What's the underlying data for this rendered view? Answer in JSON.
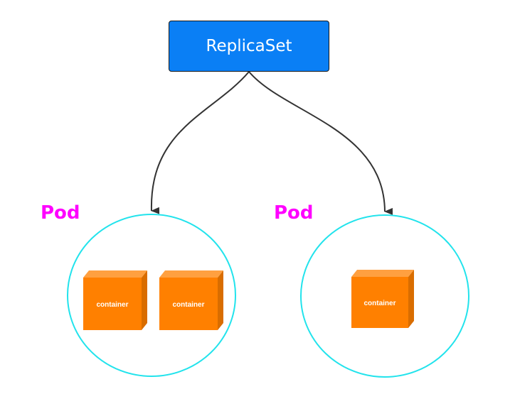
{
  "replicaset": {
    "label": "ReplicaSet",
    "fill": "#0a7ff5",
    "text_color": "#ffffff"
  },
  "pods": [
    {
      "label": "Pod",
      "containers": [
        "container",
        "container"
      ]
    },
    {
      "label": "Pod",
      "containers": [
        "container"
      ]
    }
  ],
  "colors": {
    "pod_label": "#ff00ff",
    "pod_circle": "#22e3ec",
    "container_front": "#ff8000",
    "container_side": "#d96d00",
    "container_top": "#ffa040",
    "arrow": "#333333"
  },
  "icons": {
    "container": "cube-icon",
    "arrow": "arrow-down-icon"
  }
}
